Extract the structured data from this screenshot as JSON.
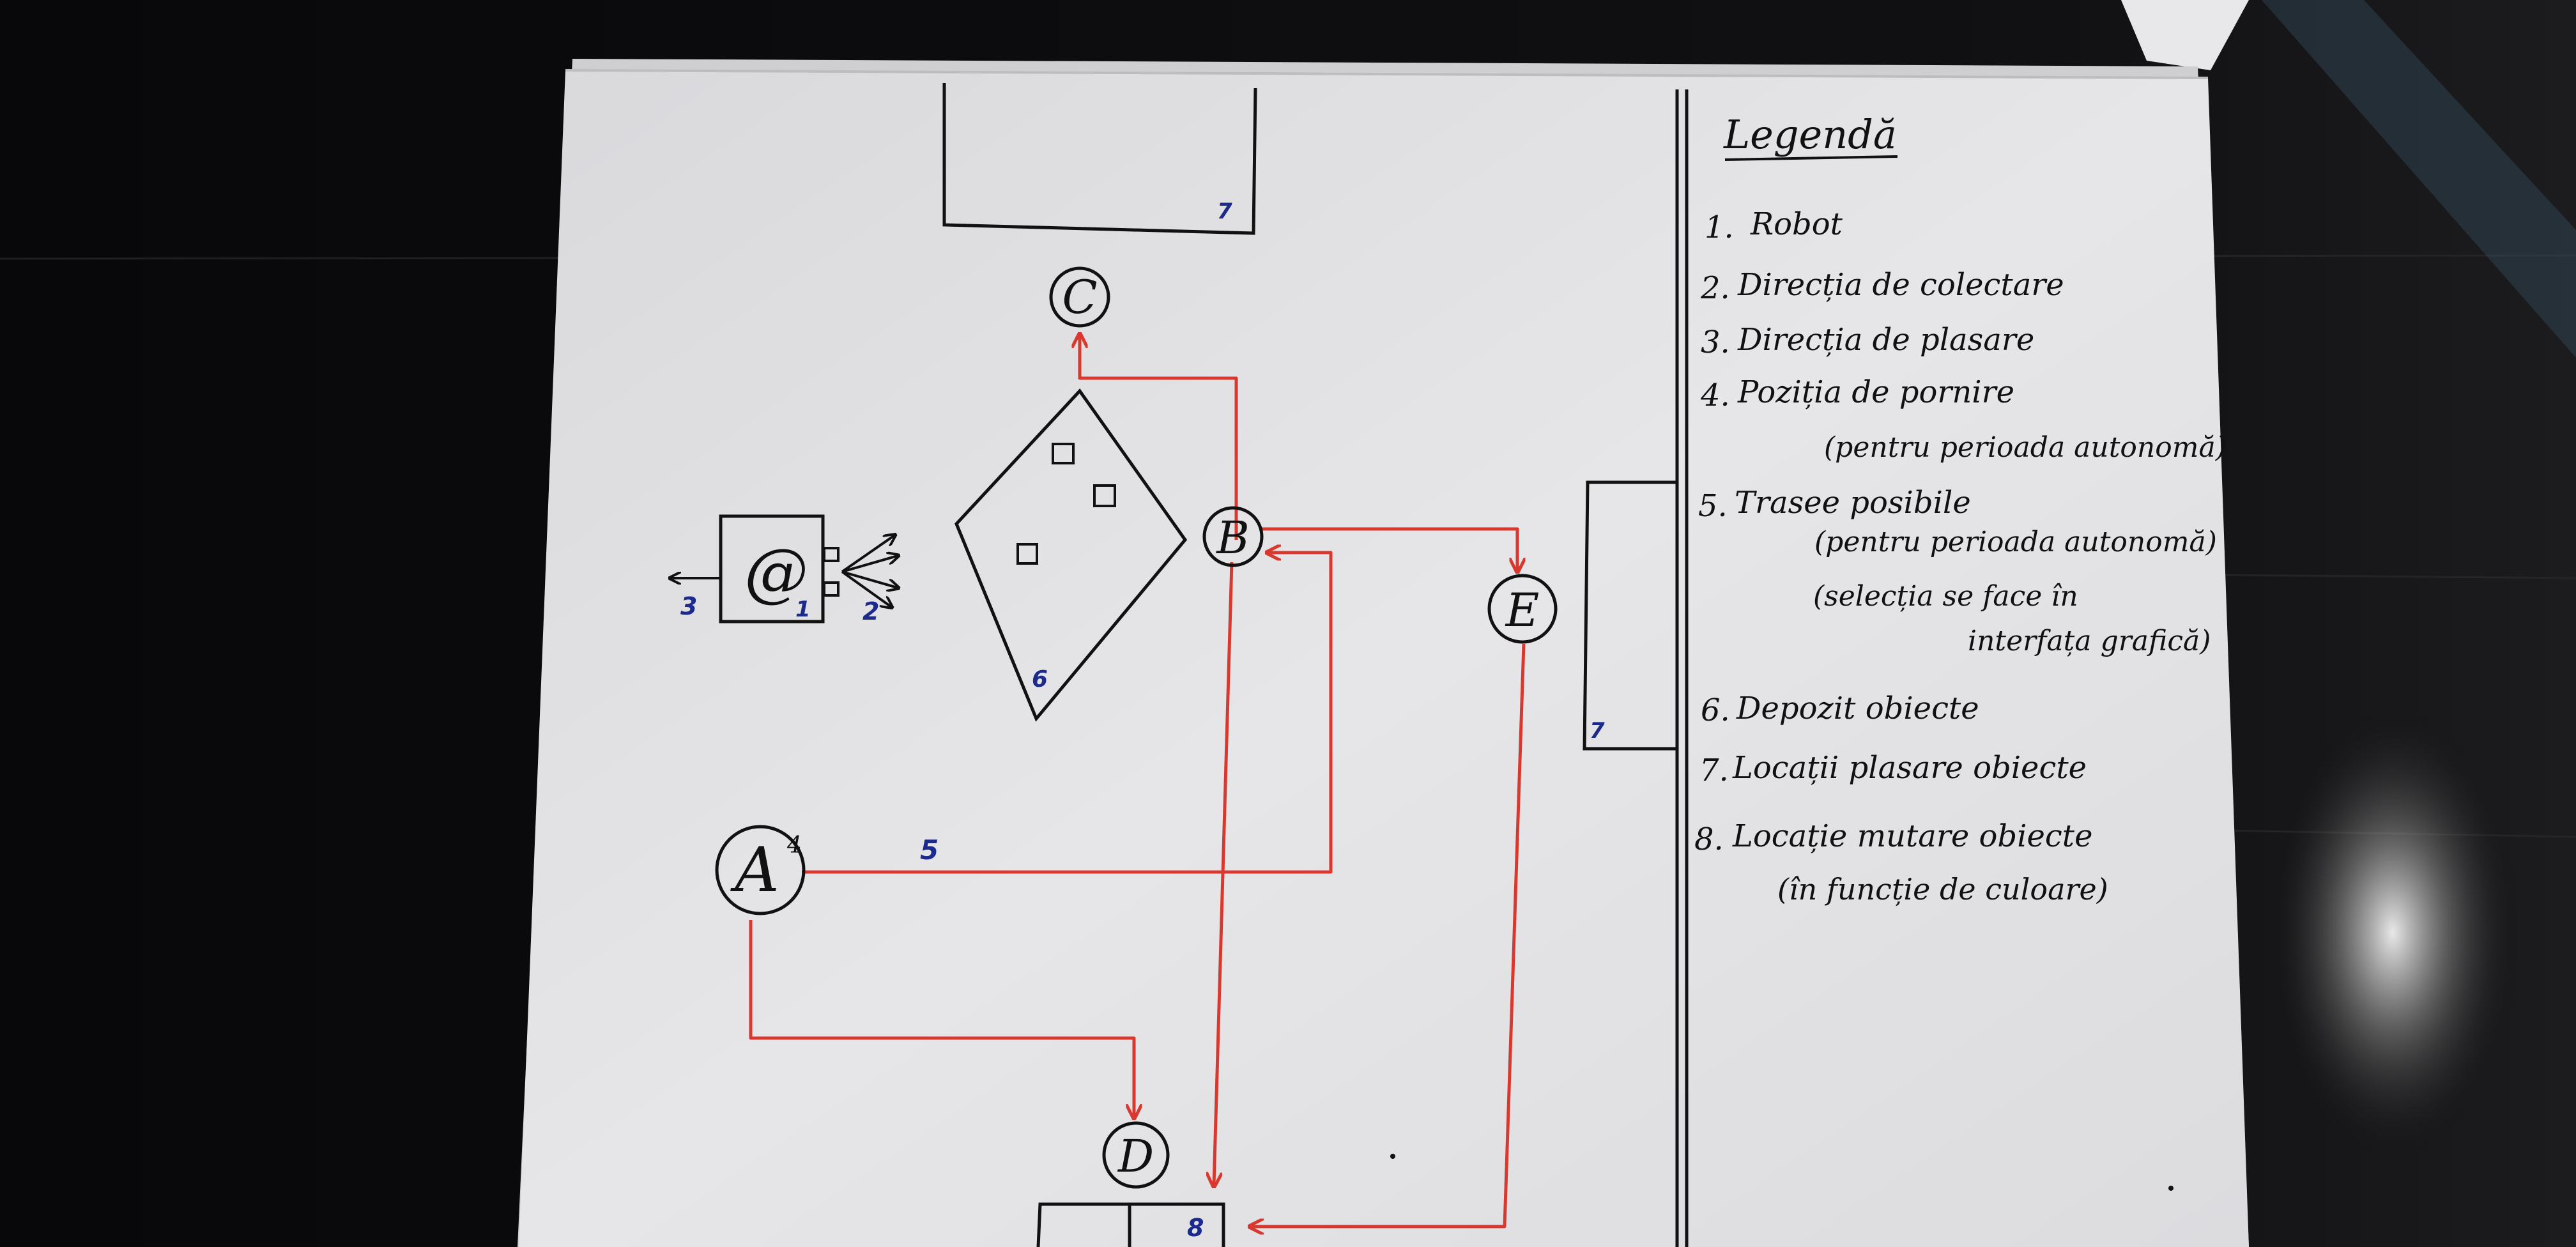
{
  "legend": {
    "title": "Legendă",
    "items": [
      {
        "num": "1.",
        "text": "Robot"
      },
      {
        "num": "2.",
        "text": "Direcția de colectare"
      },
      {
        "num": "3.",
        "text": "Direcția de plasare"
      },
      {
        "num": "4.",
        "text": "Poziția de pornire",
        "sub": [
          "(pentru perioada autonomă)"
        ]
      },
      {
        "num": "5.",
        "text": "Trasee posibile",
        "sub": [
          "(pentru perioada autonomă)",
          "(selecția se face în",
          "interfața grafică)"
        ]
      },
      {
        "num": "6.",
        "text": "Depozit obiecte"
      },
      {
        "num": "7.",
        "text": "Locații plasare obiecte"
      },
      {
        "num": "8.",
        "text": "Locație mutare obiecte",
        "sub": [
          "(în funcție de culoare)"
        ]
      }
    ]
  },
  "diagram": {
    "nodes": {
      "a": "A",
      "a_sup": "4",
      "b": "B",
      "c": "C",
      "d": "D",
      "e": "E"
    },
    "robot": {
      "symbol": "@",
      "label_1": "1",
      "label_2": "2",
      "label_3": "3"
    },
    "numbers": {
      "route": "5",
      "depot": "6",
      "place_top": "7",
      "place_right": "7",
      "move": "8"
    }
  },
  "colors": {
    "paper": "#e4e4e6",
    "ink": "#111111",
    "route": "#d8382e",
    "label": "#1b2a8c",
    "background": "#0b0b0c"
  }
}
